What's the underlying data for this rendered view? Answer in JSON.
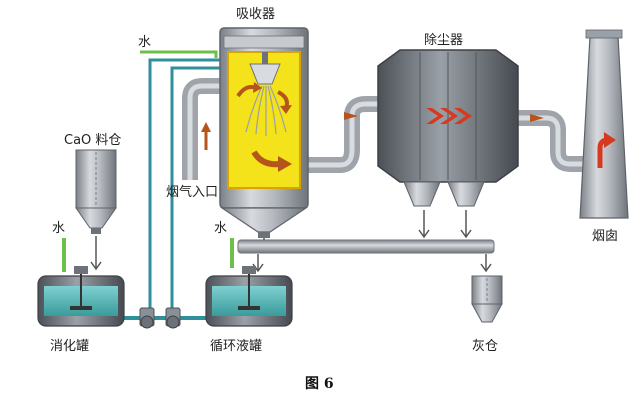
{
  "labels": {
    "absorber": "吸收器",
    "dust_collector": "除尘器",
    "water_top": "水",
    "cao_silo": "CaO 料仓",
    "water_left": "水",
    "water_mid": "水",
    "flue_inlet": "烟气入口",
    "chimney": "烟囱",
    "slaking_tank": "消化罐",
    "circulation_tank": "循环液罐",
    "ash_bin": "灰仓"
  },
  "caption": "图 6",
  "colors": {
    "pipe_gray": "#a9adb3",
    "pipe_dark": "#6d7279",
    "vessel_yellow": "#f4e21a",
    "vessel_border": "#d9a400",
    "arrow_brown": "#b5551b",
    "arrow_red": "#d6391e",
    "water_green": "#6cc04a",
    "liquid_teal": "#4fb3b3",
    "line_teal": "#2f8f9a"
  }
}
